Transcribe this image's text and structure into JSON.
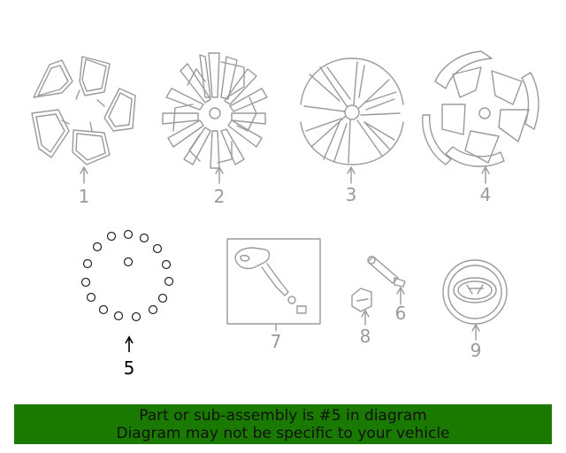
{
  "callouts": {
    "p1": "1",
    "p2": "2",
    "p3": "3",
    "p4": "4",
    "p5": "5",
    "p6": "6",
    "p7": "7",
    "p8": "8",
    "p9": "9"
  },
  "highlighted_callout": "5",
  "colors": {
    "line_art": "#9a9a9a",
    "highlight": "#000000",
    "banner_bg": "#1a7a00",
    "banner_text": "#111111"
  },
  "banner": {
    "line1": "Part or sub-assembly is #5 in diagram",
    "line2": "Diagram may not be specific to your vehicle"
  }
}
